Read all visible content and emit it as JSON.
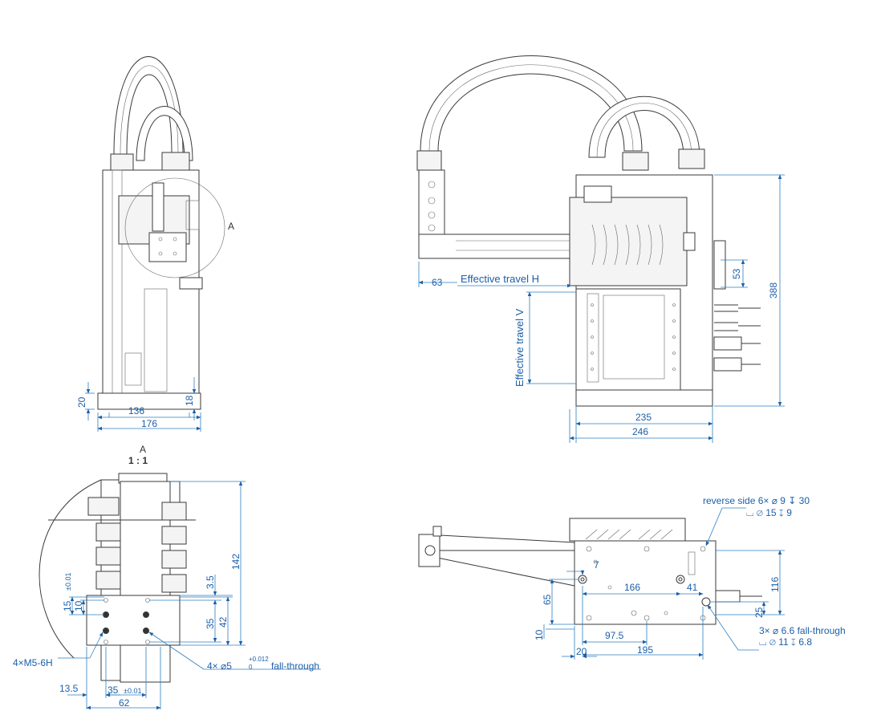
{
  "colors": {
    "dimension": "#1d5fa8",
    "outline": "#3a3a3a"
  },
  "front_view": {
    "detail_marker": "A",
    "dims": {
      "base_h": "20",
      "base_inner_w": "136",
      "base_w": "176",
      "right_h": "18"
    }
  },
  "side_view": {
    "dims": {
      "left_63": "63",
      "h_53": "53",
      "total_h": "388",
      "w_235": "235",
      "w_246": "246"
    },
    "labels": {
      "travel_h": "Effective travel H",
      "travel_v": "Effective travel V"
    }
  },
  "detail_view": {
    "title": "A",
    "scale": "1 : 1",
    "dims": {
      "h_142": "142",
      "h_3_5": "3.5",
      "h_35": "35",
      "h_42": "42",
      "h_15": "15",
      "tol_15": "±0.01",
      "h_10": "10",
      "w_13_5": "13.5",
      "w_35": "35",
      "tol_35": "±0.01",
      "w_62": "62"
    },
    "labels": {
      "thread": "4×M5-6H",
      "pin_hole": "4× ⌀5",
      "pin_tol_upper": "+0.012",
      "pin_tol_lower": "0",
      "pin_through": "fall-through"
    }
  },
  "bottom_view": {
    "dims": {
      "d_7": "7",
      "d_166": "166",
      "d_41": "41",
      "d_65": "65",
      "d_116": "116",
      "d_25": "25",
      "d_10": "10",
      "d_97_5": "97.5",
      "d_20": "20",
      "d_195": "195"
    },
    "labels": {
      "reverse_1": "reverse side 6× ⌀ 9 ↧ 30",
      "reverse_2": "⌴ ⌀ 15 ↧ 9",
      "holes_1": "3× ⌀ 6.6 fall-through",
      "holes_2": "⌴ ⌀ 11 ↧ 6.8"
    }
  }
}
